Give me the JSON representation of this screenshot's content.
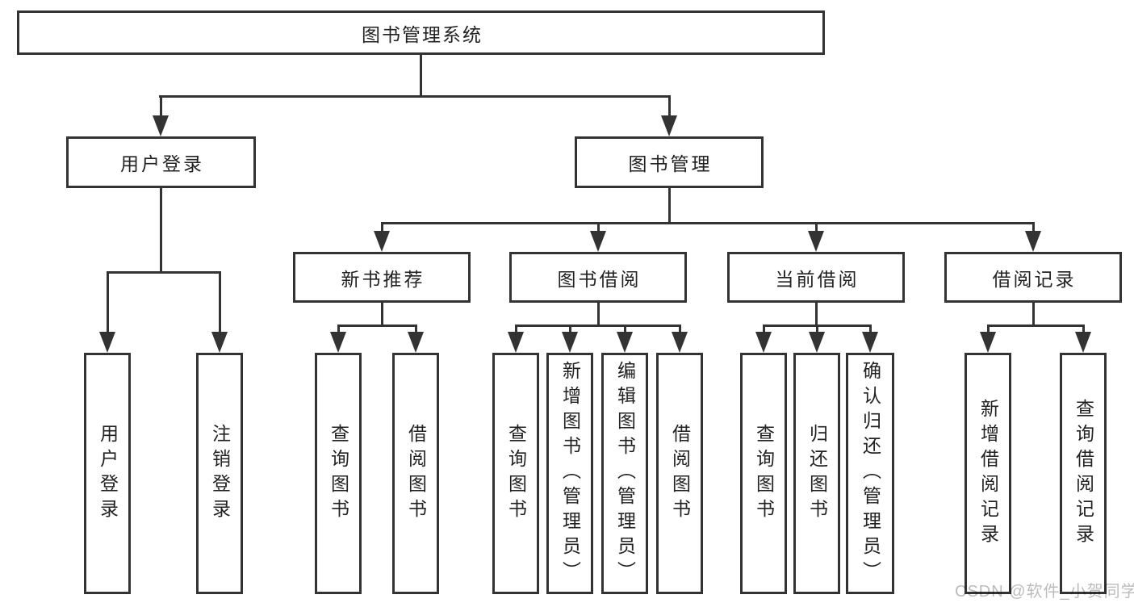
{
  "diagram_type": "hierarchy",
  "colors": {
    "line": "#333333",
    "text": "#222222",
    "box_background": "#ffffff",
    "watermark": "#bcbcbc"
  },
  "tree": {
    "label": "图书管理系统",
    "children": [
      {
        "label": "用户登录",
        "children": [
          {
            "label": "用户登录"
          },
          {
            "label": "注销登录"
          }
        ]
      },
      {
        "label": "图书管理",
        "children": [
          {
            "label": "新书推荐",
            "children": [
              {
                "label": "查询图书"
              },
              {
                "label": "借阅图书"
              }
            ]
          },
          {
            "label": "图书借阅",
            "children": [
              {
                "label": "查询图书"
              },
              {
                "label": "新增图书（管理员）"
              },
              {
                "label": "编辑图书（管理员）"
              },
              {
                "label": "借阅图书"
              }
            ]
          },
          {
            "label": "当前借阅",
            "children": [
              {
                "label": "查询图书"
              },
              {
                "label": "归还图书"
              },
              {
                "label": "确认归还（管理员）"
              }
            ]
          },
          {
            "label": "借阅记录",
            "children": [
              {
                "label": "新增借阅记录"
              },
              {
                "label": "查询借阅记录"
              }
            ]
          }
        ]
      }
    ]
  },
  "watermark": {
    "text": "CSDN @软件_小贺同学"
  }
}
